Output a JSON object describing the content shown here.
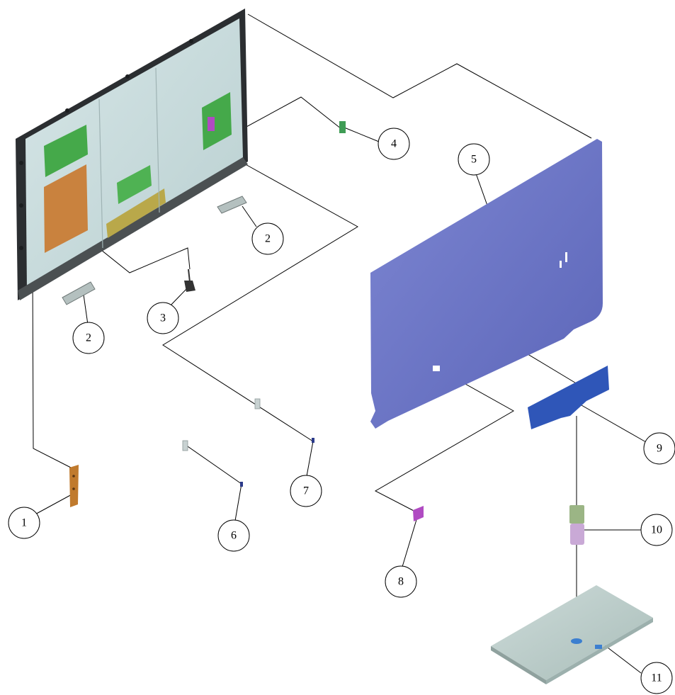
{
  "colors": {
    "background": "#ffffff",
    "line": "#000000",
    "panel_frame": "#2b2e31",
    "panel_body": "#c9dcdd",
    "back_cover": "#6f78c8",
    "main_board": "#c9823e",
    "green_board": "#45a94a",
    "speaker": "#b4c0bf",
    "ir_sensor": "#c07a2d",
    "stand_bracket": "#2f56b8",
    "stand_neck": "#9bb585",
    "stand_base": "#b8cbc8",
    "keyboard": "#b04bc2"
  },
  "parts": [
    {
      "id": "panel-assembly",
      "name": "TV panel assembly",
      "icon": "lcd-panel-icon"
    },
    {
      "id": "speaker-right",
      "name": "speaker",
      "icon": "speaker-icon"
    },
    {
      "id": "speaker-left",
      "name": "speaker",
      "icon": "speaker-icon"
    },
    {
      "id": "cable",
      "name": "cable",
      "icon": "cable-icon"
    },
    {
      "id": "small-board",
      "name": "small board",
      "icon": "pcb-icon"
    },
    {
      "id": "back-cover",
      "name": "back cover",
      "icon": "back-cover-icon"
    },
    {
      "id": "screw-6",
      "name": "screw",
      "icon": "screw-icon"
    },
    {
      "id": "screw-7",
      "name": "screw",
      "icon": "screw-icon"
    },
    {
      "id": "keypad",
      "name": "key board",
      "icon": "keypad-icon"
    },
    {
      "id": "stand-bracket",
      "name": "stand bracket",
      "icon": "bracket-icon"
    },
    {
      "id": "stand-neck",
      "name": "stand neck",
      "icon": "neck-icon"
    },
    {
      "id": "stand-base",
      "name": "stand base",
      "icon": "base-icon"
    },
    {
      "id": "ir-board",
      "name": "IR board",
      "icon": "ir-board-icon"
    }
  ],
  "labels": [
    {
      "id": "label-1",
      "text": "1"
    },
    {
      "id": "label-2a",
      "text": "2"
    },
    {
      "id": "label-2b",
      "text": "2"
    },
    {
      "id": "label-3",
      "text": "3"
    },
    {
      "id": "label-4",
      "text": "4"
    },
    {
      "id": "label-5",
      "text": "5"
    },
    {
      "id": "label-6",
      "text": "6"
    },
    {
      "id": "label-7",
      "text": "7"
    },
    {
      "id": "label-8",
      "text": "8"
    },
    {
      "id": "label-9",
      "text": "9"
    },
    {
      "id": "label-10",
      "text": "10"
    },
    {
      "id": "label-11",
      "text": "11"
    }
  ]
}
